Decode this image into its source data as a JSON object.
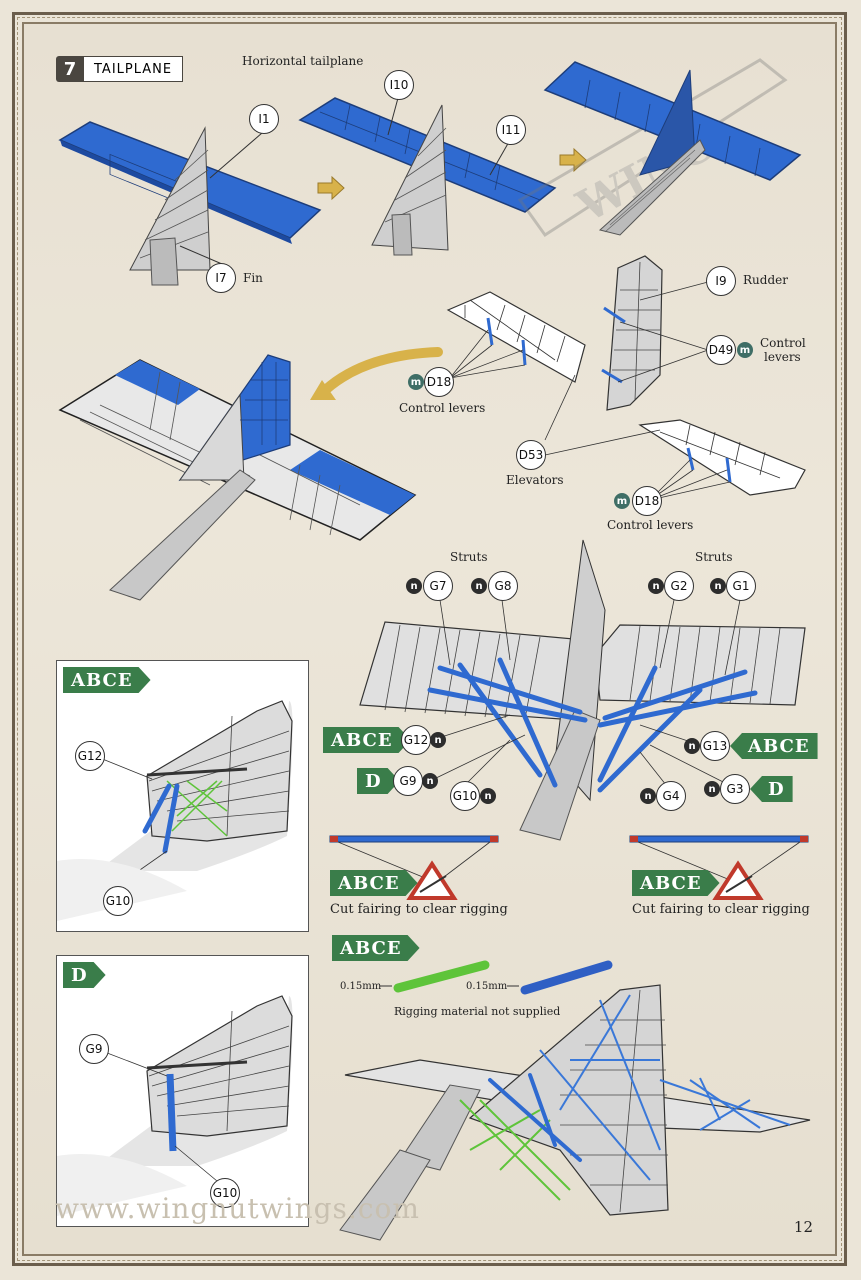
{
  "step": {
    "number": "7",
    "title": "TAILPLANE"
  },
  "labels": {
    "horizontal_tailplane": "Horizontal tailplane",
    "fin": "Fin",
    "rudder": "Rudder",
    "control_levers_1": "Control levers",
    "control_levers_2": "Control levers",
    "control_levers_right_line1": "Control",
    "control_levers_right_line2": "levers",
    "elevators": "Elevators",
    "struts_left": "Struts",
    "struts_right": "Struts",
    "cut_fairing_left": "Cut fairing to clear rigging",
    "cut_fairing_right": "Cut fairing to clear rigging",
    "rigging_not_supplied": "Rigging material not supplied",
    "rig_size_1": "0.15mm",
    "rig_size_2": "0.15mm",
    "website": "www.wingnutwings.com",
    "page_number": "12"
  },
  "callouts": {
    "i1": "I1",
    "i10": "I10",
    "i11": "I11",
    "i7": "I7",
    "i9": "I9",
    "d18a": "D18",
    "d49": "D49",
    "d53": "D53",
    "d18b": "D18",
    "g7": "G7",
    "g8": "G8",
    "g2": "G2",
    "g1": "G1",
    "g12": "G12",
    "g13": "G13",
    "g9": "G9",
    "g10": "G10",
    "g4": "G4",
    "g3": "G3",
    "inset_g12": "G12",
    "inset_g10": "G10",
    "inset_g9": "G9",
    "inset_g10b": "G10"
  },
  "drops": {
    "m": "m",
    "n": "n"
  },
  "tags": {
    "abce": "ABCE",
    "d": "D"
  },
  "colors": {
    "blue": "#2f6ad0",
    "green_tag": "#3a7d4a",
    "rig_green": "#5ec43a",
    "rig_blue": "#2f5fc4",
    "warning_red": "#c0392b",
    "arrow": "#d8b24a"
  }
}
